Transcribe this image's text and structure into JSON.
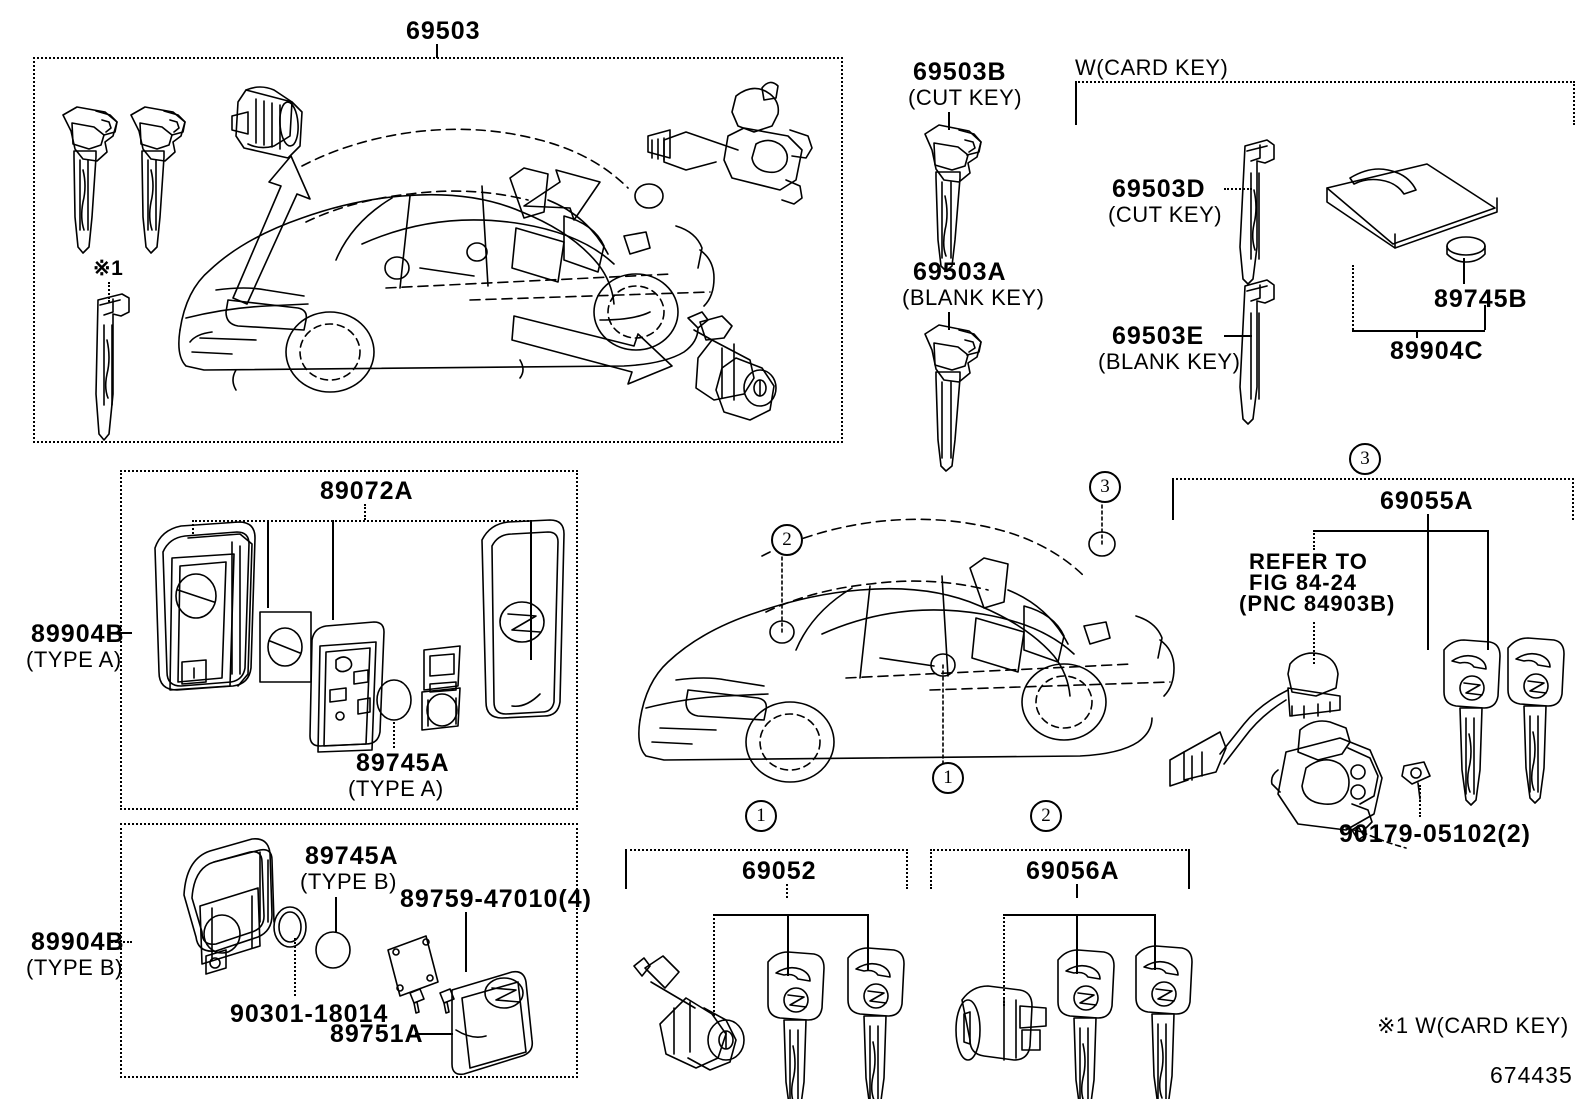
{
  "diagram": {
    "figure_number": "674435",
    "footnote": "※1 W(CARD KEY)"
  },
  "top_main_panel": {
    "part_number": "69503"
  },
  "top_left_items": {
    "card_key_blade_marker": "※1"
  },
  "top_middle_keys": [
    {
      "code": "69503B",
      "type": "(CUT KEY)"
    },
    {
      "code": "69503A",
      "type": "(BLANK KEY)"
    }
  ],
  "card_key_group": {
    "header": "W(CARD KEY)",
    "items": [
      {
        "code": "69503D",
        "type": "(CUT KEY)"
      },
      {
        "code": "69503E",
        "type": "(BLANK KEY)"
      }
    ],
    "card_code": "89904C",
    "button_code": "89745B"
  },
  "panel_type_a": {
    "group_code": "89904B",
    "group_type": "(TYPE A)",
    "assembly_code": "89072A",
    "battery_code": "89745A",
    "battery_type": "(TYPE A)"
  },
  "panel_type_b": {
    "group_code": "89904B",
    "group_type": "(TYPE B)",
    "battery_code": "89745A",
    "battery_type": "(TYPE B)",
    "oring_code": "90301-18014",
    "screw_code": "89759-47010(4)",
    "cover_code": "89751A"
  },
  "vehicle_callouts": [
    {
      "marker": "1"
    },
    {
      "marker": "2"
    },
    {
      "marker": "3"
    }
  ],
  "bracket_1": {
    "marker": "1",
    "code": "69052"
  },
  "bracket_2": {
    "marker": "2",
    "code": "69056A"
  },
  "bracket_3": {
    "marker": "3",
    "code": "69055A",
    "refer_line1": "REFER TO",
    "refer_line2": "FIG 84-24",
    "refer_line3": "(PNC 84903B)",
    "bolt_code": "90179-05102(2)"
  }
}
